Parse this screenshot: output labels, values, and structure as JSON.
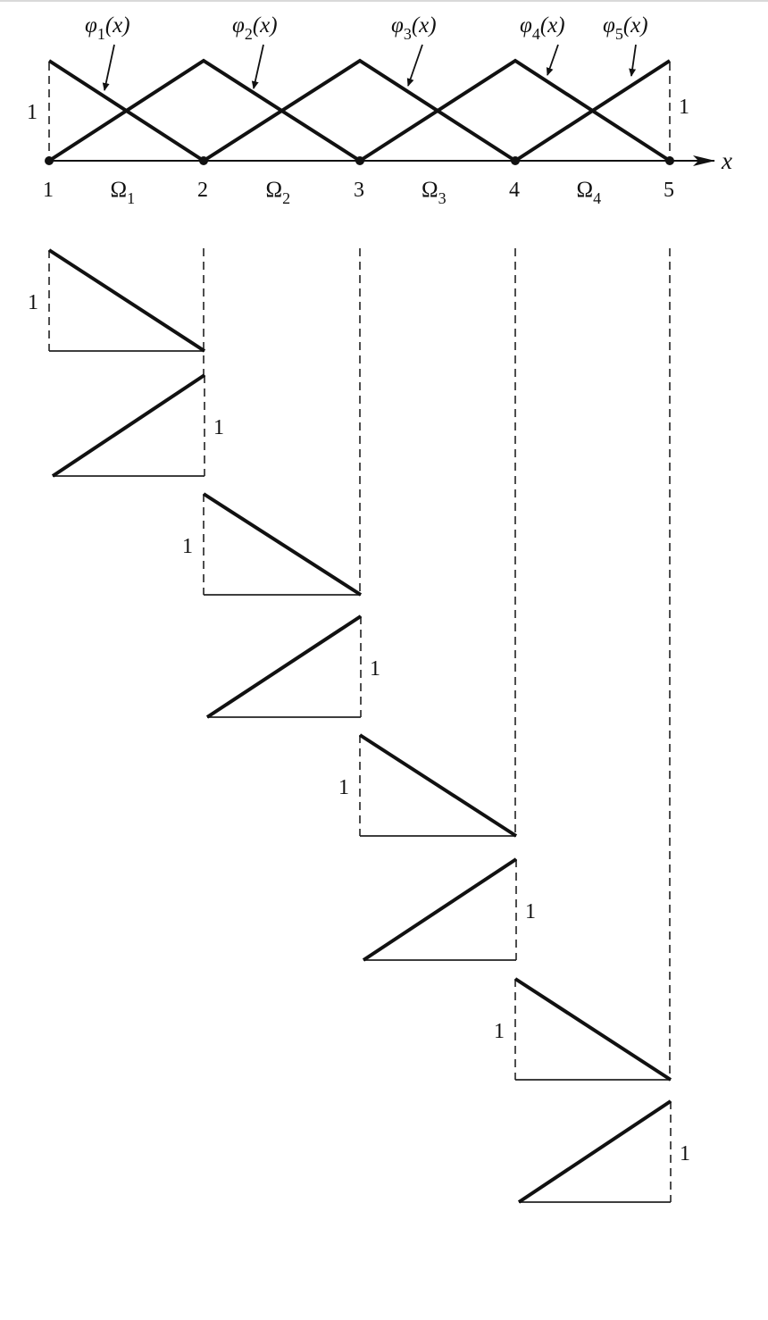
{
  "figure": {
    "description": "Global piecewise-linear (hat) basis functions on a 1D mesh of 5 nodes and 4 elements, with their decomposition into element-local linear shape functions",
    "axis_label": "x",
    "nodes": [
      "1",
      "2",
      "3",
      "4",
      "5"
    ],
    "elements": [
      {
        "symbol": "Ω",
        "subscript": "1"
      },
      {
        "symbol": "Ω",
        "subscript": "2"
      },
      {
        "symbol": "Ω",
        "subscript": "3"
      },
      {
        "symbol": "Ω",
        "subscript": "4"
      }
    ],
    "basis_functions": [
      {
        "symbol": "φ",
        "subscript": "1",
        "arg": "(x)",
        "node": 1
      },
      {
        "symbol": "φ",
        "subscript": "2",
        "arg": "(x)",
        "node": 2
      },
      {
        "symbol": "φ",
        "subscript": "3",
        "arg": "(x)",
        "node": 3
      },
      {
        "symbol": "φ",
        "subscript": "4",
        "arg": "(x)",
        "node": 4
      },
      {
        "symbol": "φ",
        "subscript": "5",
        "arg": "(x)",
        "node": 5
      }
    ],
    "peak_value_label": "1",
    "element_shape_functions": [
      {
        "element": 1,
        "type": "decreasing",
        "height_label": "1",
        "label_side": "left"
      },
      {
        "element": 1,
        "type": "increasing",
        "height_label": "1",
        "label_side": "right"
      },
      {
        "element": 2,
        "type": "decreasing",
        "height_label": "1",
        "label_side": "left"
      },
      {
        "element": 2,
        "type": "increasing",
        "height_label": "1",
        "label_side": "right"
      },
      {
        "element": 3,
        "type": "decreasing",
        "height_label": "1",
        "label_side": "left"
      },
      {
        "element": 3,
        "type": "increasing",
        "height_label": "1",
        "label_side": "right"
      },
      {
        "element": 4,
        "type": "decreasing",
        "height_label": "1",
        "label_side": "left"
      },
      {
        "element": 4,
        "type": "increasing",
        "height_label": "1",
        "label_side": "right"
      }
    ]
  }
}
